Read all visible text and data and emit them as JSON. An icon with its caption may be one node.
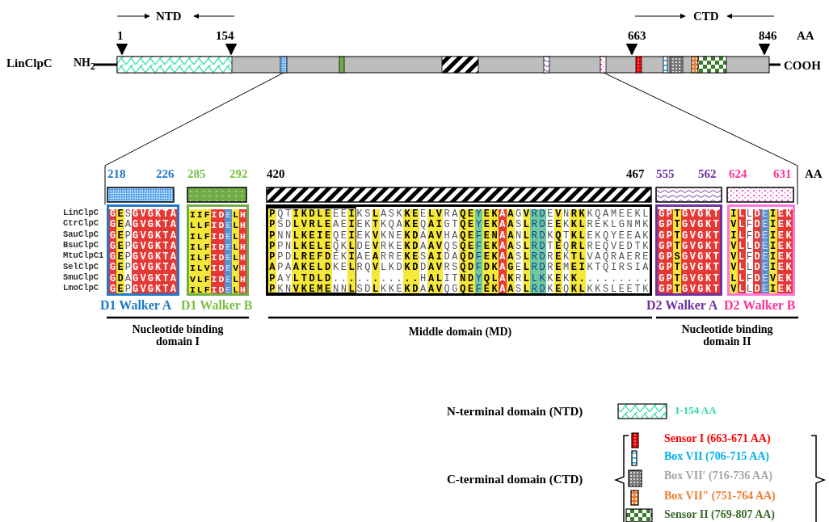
{
  "diagram": {
    "nodes": [
      {
        "text": [
          "GESGVGKTA",
          "GEAGVGKTA",
          "GEPGVGKTA",
          "GEPGVGKTA",
          "GEPGVGKTA",
          "GEPGVGKTA",
          "GDAGVGKTA",
          "GEPGVGKTA"
        ]
      },
      {
        "text": [
          "IIFIDELH",
          "LLFIDELH",
          "ILFIDELH",
          "ILFIDELH",
          "ILFIDELH",
          "ILVIDEVH",
          "VLFIDELH",
          "ILFIDELH"
        ]
      },
      {
        "text": [
          "PQTIKDLEEEIKSLASKKEELVRAQEYEKAAGVRDEVNRKKQAMEEKL",
          "PSDLVRLEAEIEKTKQAKEQAIGTQEYEKAASLRDEEKKLREKLGNMK",
          "PNNLKEIEQEIEKVKNEKDAAVHAQEFENAANLRDKQTKLEKQYEEAK",
          "PPNLKELEQKLDEVRKEKDAAVQSQEFEKAASLRDTEQRLREQVEDTK",
          "PPDLREFDEKIAEARREKESAIDAQDFEKAASLRDREKTLVAQRAERE",
          "APAAKELDKELRQVLKDKDDAVRSQDFDKAGELRDREMEIKTQIRSIA",
          "PAYLTDLD...........HALITNDYQLAKRLLKKEKK.........",
          "PKNVKEMENNLSDLKKEKDAAVQGQEFEKAASLRDKEQKLKKSLEETK"
        ]
      },
      {
        "text": [
          "GPTGVGKT",
          "GPTGVGKT",
          "GPTGVGKT",
          "GPTGVGKT",
          "GPSGVGKT",
          "GPTGVGKT",
          "GPTGVGKT",
          "GPTGVGKT"
        ]
      },
      {
        "text": [
          "ILLDEIEK",
          "VLFDEIEK",
          "ILFDEIEK",
          "VLLDEIEK",
          "VLFDEIEK",
          "VLLDEIEK",
          "LLFDEVEK",
          "VLLDEIEK"
        ]
      },
      {
        "text": [],
        "shape": "bar"
      },
      {
        "text": [],
        "shape": "bar"
      }
    ],
    "edges": [
      {
        "from": 5,
        "to": 0,
        "arrow": "none"
      },
      {
        "from": 6,
        "to": 4,
        "arrow": "none"
      }
    ],
    "labels": [
      "NTD",
      "CTD",
      "1",
      "154",
      "663",
      "846",
      "AA",
      "LinClpC",
      "NH$_{2}$",
      "COOH",
      "218",
      "226",
      "285",
      "292",
      "420",
      "467",
      "555",
      "562",
      "624",
      "631",
      "AA",
      "LinClpC",
      "CtrClpC",
      "SauClpC",
      "BsuClpC",
      "MtuClpC1",
      "SelClpC",
      "SmuClpC",
      "LmoClpC",
      "D1 Walker A",
      "D1 Walker B",
      "D2 Walker A",
      "D2 Walker B",
      "Nucleotide binding domain I",
      "Middle domain (MD)",
      "Nucleotide binding domain II",
      "N-terminal domain (NTD)",
      "C-terminal domain (CTD)"
    ],
    "legend": [
      {
        "text": "1-154 AA"
      },
      {
        "text": "Sensor I (663-671 AA)"
      },
      {
        "text": "Box VII (706-715 AA)"
      },
      {
        "text": "Box VII′ (716-736 AA)"
      },
      {
        "text": "Box VII″ (751-764 AA)"
      },
      {
        "text": "Sensor II (769-807 AA)"
      }
    ]
  }
}
